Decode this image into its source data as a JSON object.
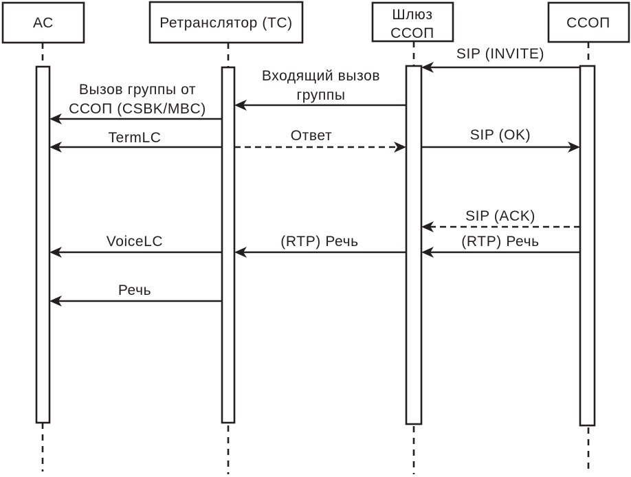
{
  "diagram": {
    "type": "sequence-diagram",
    "participants": [
      {
        "id": "as",
        "label_lines": [
          "АС"
        ]
      },
      {
        "id": "repeater",
        "label_lines": [
          "Ретранслятор (ТС)"
        ]
      },
      {
        "id": "gateway",
        "label_lines": [
          "Шлюз",
          "ССОП"
        ]
      },
      {
        "id": "ssop",
        "label_lines": [
          "ССОП"
        ]
      }
    ],
    "messages": [
      {
        "from": "ssop",
        "to": "gateway",
        "style": "solid",
        "label_lines": [
          "SIP (INVITE)"
        ]
      },
      {
        "from": "gateway",
        "to": "repeater",
        "style": "solid",
        "label_lines": [
          "Входящий вызов",
          "группы"
        ]
      },
      {
        "from": "repeater",
        "to": "as",
        "style": "solid",
        "label_lines": [
          "Вызов группы от",
          "ССОП (CSBK/MBC)"
        ]
      },
      {
        "from": "repeater",
        "to": "as",
        "style": "solid",
        "label_lines": [
          "TermLC"
        ]
      },
      {
        "from": "repeater",
        "to": "gateway",
        "style": "dashed",
        "label_lines": [
          "Ответ"
        ]
      },
      {
        "from": "gateway",
        "to": "ssop",
        "style": "solid",
        "label_lines": [
          "SIP (OK)"
        ]
      },
      {
        "from": "ssop",
        "to": "gateway",
        "style": "dashed",
        "label_lines": [
          "SIP (ACK)"
        ]
      },
      {
        "from": "ssop",
        "to": "gateway",
        "style": "solid",
        "label_lines": [
          "(RTP) Речь"
        ]
      },
      {
        "from": "gateway",
        "to": "repeater",
        "style": "solid",
        "label_lines": [
          "(RTP) Речь"
        ]
      },
      {
        "from": "repeater",
        "to": "as",
        "style": "solid",
        "label_lines": [
          "VoiceLC"
        ]
      },
      {
        "from": "repeater",
        "to": "as",
        "style": "solid",
        "label_lines": [
          "Речь"
        ]
      }
    ]
  },
  "colors": {
    "ink": "#231f20",
    "background": "#ffffff"
  }
}
